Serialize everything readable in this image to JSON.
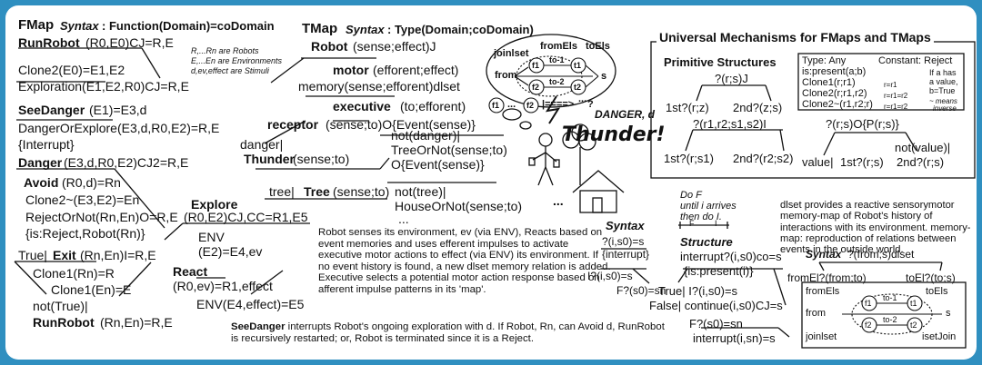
{
  "fmap": {
    "title": "FMap",
    "syntax_label": "Syntax",
    "syntax_text": ": Function(Domain)=coDomain",
    "runrobot_fn": "RunRobot",
    "runrobot_args": "(R0,E0)CJ=R,E",
    "note1": "R,...Rn are Robots",
    "note2": "E,...En are Environments",
    "note3": "d,ev,effect are Stimuli",
    "clone2": "Clone2(E0)=E1,E2",
    "exploration": "Exploration(E1,E2,R0)CJ=R,E",
    "seedanger_fn": "SeeDanger",
    "seedanger_args": "(E1)=E3,d",
    "dangerorexplore": "DangerOrExplore(E3,d,R0,E2)=R,E",
    "interrupt": "{Interrupt}",
    "danger_fn": "Danger",
    "danger_args": "(E3,d,R0,E2)CJ2=R,E",
    "avoid_fn": "Avoid",
    "avoid_args": "(R0,d)=Rn",
    "clone2n": "Clone2~(E3,E2)=En",
    "rejectornot": "RejectOrNot(Rn,En)O=R,E",
    "isreject": "{is:Reject,Robot(Rn)}",
    "exit_pre": "True|",
    "exit_fn": "Exit",
    "exit_args": "(Rn,En)I=R,E",
    "clone1a": "Clone1(Rn)=R",
    "clone1b": "Clone1(En)=E",
    "nottrue": "not(True)|",
    "runrobot2_fn": "RunRobot",
    "runrobot2_args": "(Rn,En)=R,E"
  },
  "explore": {
    "title": "Explore",
    "args": "(R0,E2)CJ,CC=R1,E5",
    "env": "ENV",
    "env2": "(E2)=E4,ev",
    "react_fn": "React",
    "react_args": "(R0,ev)=R1,effect",
    "env3": "ENV(E4,effect)=E5"
  },
  "tmap": {
    "title": "TMap",
    "syntax_label": "Syntax",
    "syntax_text": ": Type(Domain;coDomain)",
    "robot_fn": "Robot",
    "robot_args": "(sense;effect)J",
    "motor_fn": "motor",
    "motor_args": "(efforent;effect)",
    "memory": "memory(sense;efforent)dlset",
    "executive_fn": "executive",
    "executive_args": "(to;efforent)",
    "receptor_fn": "receptor",
    "receptor_args": "(sense;to)O{Event(sense)}",
    "danger_bar": "danger|",
    "thunder_fn": "Thunder",
    "thunder_args": "(sense;to)",
    "notdanger": "not(danger)|",
    "treeornot": "TreeOrNot(sense;to)",
    "oevent": "O{Event(sense)}",
    "tree_bar": "tree|",
    "tree_fn": "Tree",
    "tree_args": "(sense;to)",
    "nottree": "not(tree)|",
    "houseornot": "HouseOrNot(sense;to)",
    "dots": "..."
  },
  "cloud": {
    "joinlset": "joinlset",
    "from": "from",
    "fromels": "fromEls",
    "toels": "toEls",
    "f1": "f1",
    "f2": "f2",
    "t1": "t1",
    "t2": "t2",
    "to1": "to-1",
    "to2": "to-2",
    "s": "s",
    "dots": "...",
    "bottom_f1": "f1",
    "bottom_mid": "...",
    "bottom_f2": "f2",
    "bottom_arrow": "|====>",
    "bottom_q": "?"
  },
  "scene": {
    "danger_label": "DANGER, d",
    "thunder": "Thunder!",
    "dots": "..."
  },
  "paragraphs": {
    "robot_senses": "Robot senses its environment, ev (via ENV), Reacts based on event memories and uses efferent impulses to activate executive motor actions to effect (via ENV) its environment. If no event history is found, a new dlset memory relation is added. Executive selects a potential motor action response based on afferent impulse patterns in its 'map'.",
    "seedanger_fn": "SeeDanger",
    "seedanger_text": " interrupts Robot's ongoing exploration with d. If Robot, Rn, can Avoid d, RunRobot is recursively restarted; or, Robot is terminated since it is a Reject."
  },
  "syntax_mid": {
    "label": "Syntax",
    "l1": "?(i,s0)=s",
    "l2": "{interrupt}",
    "l3": "I?(i,s0)=s",
    "l4": "F?(s0)=sn"
  },
  "dof": {
    "l1": "Do F",
    "l2": "until i arrives",
    "l3": "then do I.",
    "f": "F",
    "i": "I"
  },
  "structure": {
    "label": "Structure",
    "l1": "interrupt?(i,s0)co=s",
    "l2": "{is:present(i)}",
    "l3": "True| I?(i,s0)=s",
    "l4": "False| continue(i,s0)CJ=s",
    "l5": "F?(s0)=sn",
    "l6": "interrupt(i,sn)=s"
  },
  "universal": {
    "title": "Universal Mechanisms for FMaps and TMaps",
    "primitive": "Primitive Structures",
    "rsj": "?(r;s)J",
    "first1": "1st?(r;z)",
    "second1": "2nd?(z;s)",
    "r1r2": "?(r1,r2;s1,s2)I",
    "first2": "1st?(r;s1)",
    "second2": "2nd?(r2;s2)",
    "rso": "?(r;s)O{P(r;s)}",
    "value": "value|",
    "first3": "1st?(r;s)",
    "notvalue": "not(value)|",
    "second3": "2nd?(r;s)"
  },
  "typebox": {
    "type": "Type: Any",
    "constant": "Constant: Reject",
    "present": "is:present(a;b)",
    "clone1": "Clone1(r;r1)",
    "clone2": "Clone2(r;r1,r2)",
    "clone2n": "Clone2~(r1,r2;r)",
    "c1": "r=r1",
    "c2": "r=r1=r2",
    "c3": "r=r1=r2",
    "ifhas1": "If a has",
    "ifhas2": "a value,",
    "ifhas3": "b=True",
    "means": "~ means",
    "inverse": "inverse"
  },
  "dlset": {
    "text": "dlset provides a reactive sensorymotor memory-map of Robot's history of interactions with its environment. memory-map: reproduction of relations between events in the outside world.",
    "syntax_label": "Syntax",
    "syntax": "?(from;s)dlset",
    "fromel": "fromEl?(from;to)",
    "toel": "toEl?(to;s)",
    "fromels": "fromEls",
    "toels": "toEls",
    "from": "from",
    "f1": "f1",
    "f2": "f2",
    "t1": "t1",
    "t2": "t2",
    "to1": "to-1",
    "to2": "to-2",
    "s": "s",
    "joinlset": "joinlset",
    "isetjoin": "isetJoin"
  }
}
